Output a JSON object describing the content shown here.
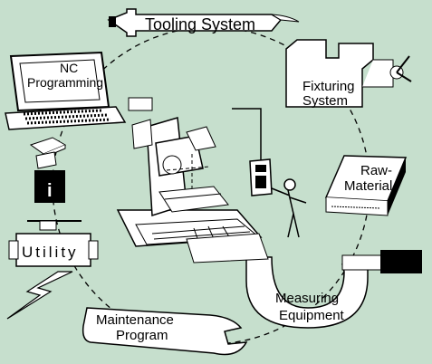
{
  "diagram": {
    "background": "#c6dfcd",
    "labels": {
      "tooling_system": "Tooling System",
      "nc_programming_1": "NC",
      "nc_programming_2": "Programming",
      "fixturing_1": "Fixturing",
      "fixturing_2": "System",
      "raw_material_1": "Raw-",
      "raw_material_2": "Material",
      "utility": "Utility",
      "measuring_1": "Measuring",
      "measuring_2": "Equipment",
      "maintenance_1": "Maintenance",
      "maintenance_2": "Program",
      "info_glyph": "i"
    },
    "icons": [
      "tool-holder-icon",
      "computer-terminal-icon",
      "vise-fixture-icon",
      "raw-material-book-icon",
      "floppy-disk-icon",
      "info-box-icon",
      "mouse-icon",
      "valve-utility-icon",
      "lightning-bolt-icon",
      "caliper-measuring-icon",
      "wrench-maintenance-icon",
      "machining-center-icon",
      "operator-figure-icon",
      "control-panel-icon"
    ]
  }
}
